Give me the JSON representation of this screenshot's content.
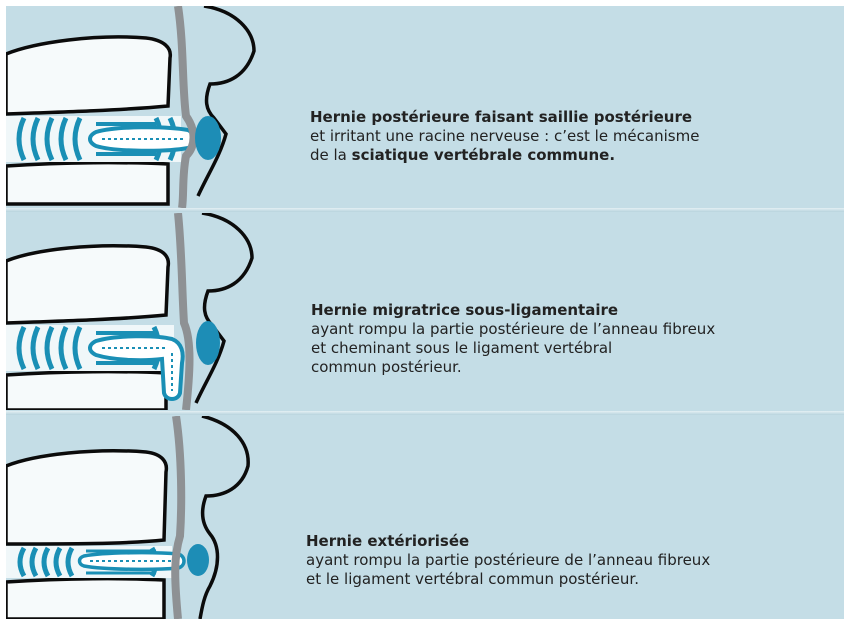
{
  "panels": [
    {
      "title": "Hernie postérieure faisant saillie postérieure",
      "line2": "et irritant une racine nerveuse : c’est le mécanisme",
      "line3_prefix": "de la ",
      "line3_bold": "sciatique vertébrale commune."
    },
    {
      "title": "Hernie migratrice sous-ligamentaire",
      "line2": "ayant rompu la partie postérieure de l’anneau fibreux",
      "line3": "et cheminant sous le ligament vertébral",
      "line4": "commun postérieur."
    },
    {
      "title": "Hernie extériorisée",
      "line2": "ayant rompu la partie postérieure de l’anneau fibreux",
      "line3": "et le ligament vertébral commun postérieur."
    }
  ],
  "colors": {
    "background": "#c4dde6",
    "vertebra_fill": "#f6fafb",
    "outline": "#0b0b0b",
    "disc_blue": "#1a8fb5",
    "nerve_root_blue": "#1d8db6",
    "ligament_gray": "#8e9194"
  }
}
